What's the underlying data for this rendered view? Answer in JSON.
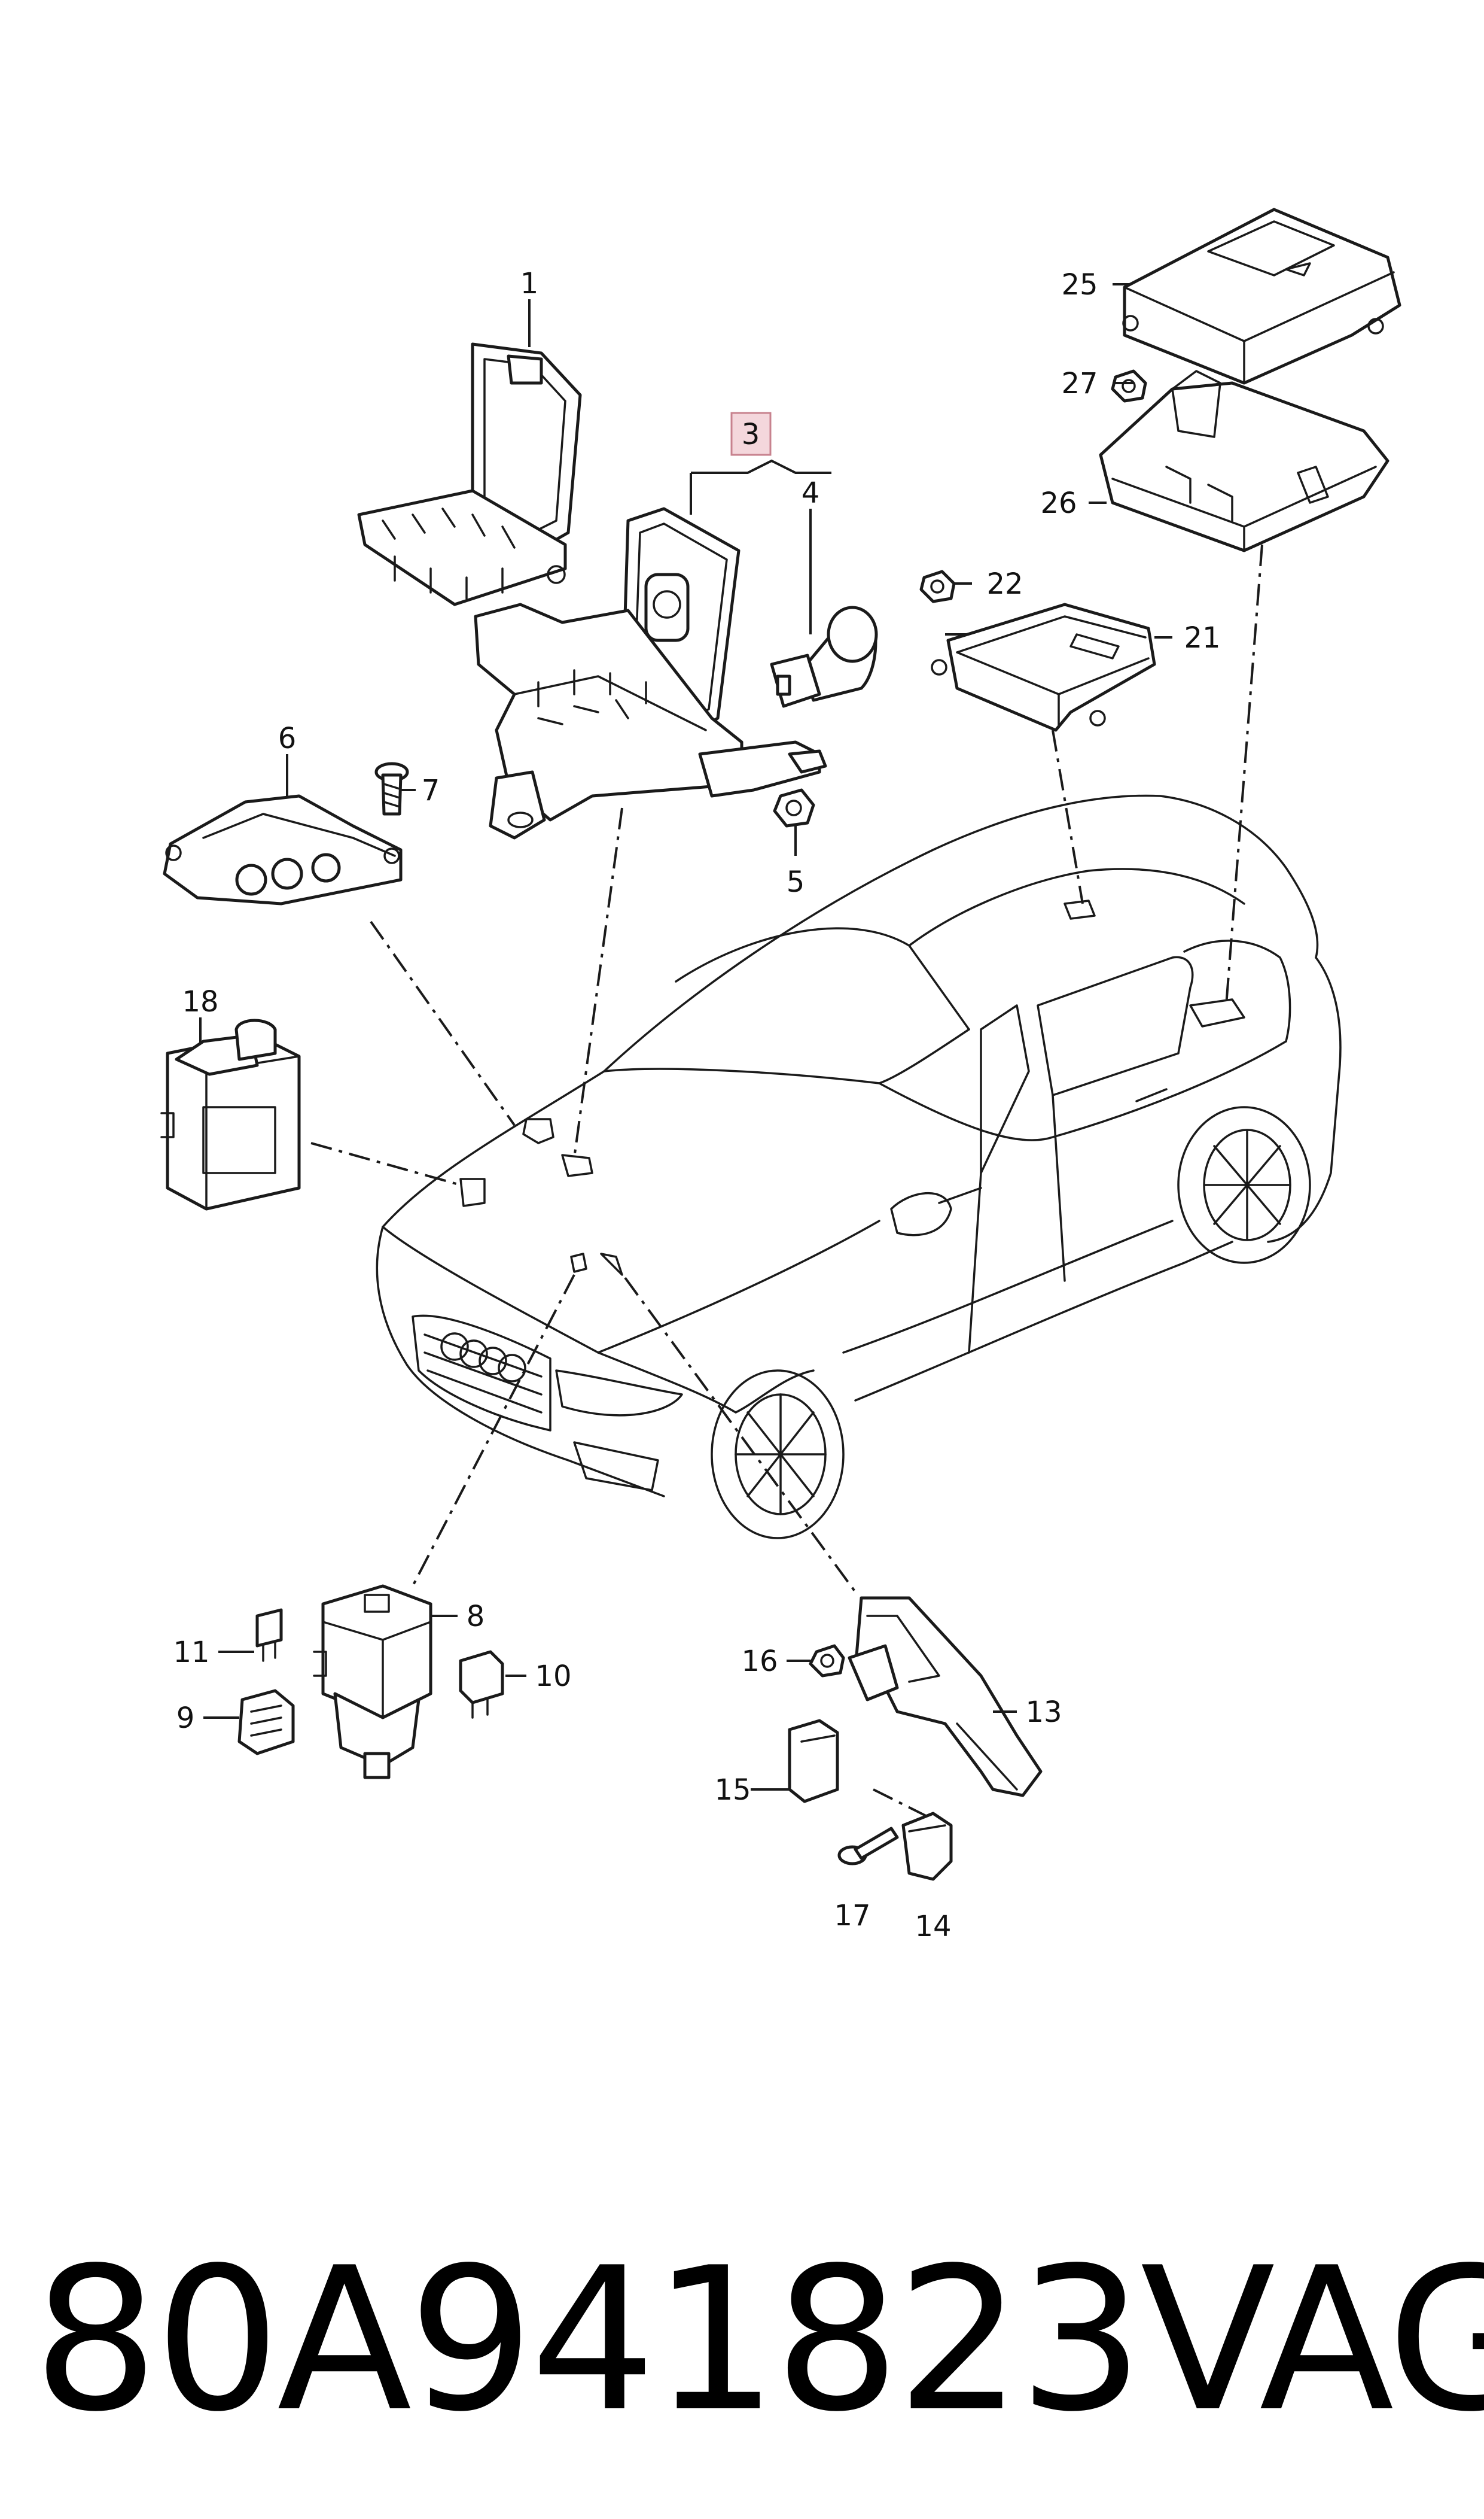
{
  "diagram": {
    "highlight_color": "#f4d7dc",
    "callouts": [
      {
        "id": "1",
        "label": "1"
      },
      {
        "id": "3",
        "label": "3",
        "highlighted": true
      },
      {
        "id": "4",
        "label": "4"
      },
      {
        "id": "5",
        "label": "5"
      },
      {
        "id": "6",
        "label": "6"
      },
      {
        "id": "7",
        "label": "7"
      },
      {
        "id": "8",
        "label": "8"
      },
      {
        "id": "9",
        "label": "9"
      },
      {
        "id": "10",
        "label": "10"
      },
      {
        "id": "11",
        "label": "11"
      },
      {
        "id": "13",
        "label": "13"
      },
      {
        "id": "14",
        "label": "14"
      },
      {
        "id": "15",
        "label": "15"
      },
      {
        "id": "16",
        "label": "16"
      },
      {
        "id": "17",
        "label": "17"
      },
      {
        "id": "18",
        "label": "18"
      },
      {
        "id": "21",
        "label": "21"
      },
      {
        "id": "22",
        "label": "22"
      },
      {
        "id": "25",
        "label": "25"
      },
      {
        "id": "26",
        "label": "26"
      },
      {
        "id": "27",
        "label": "27"
      }
    ]
  },
  "caption": {
    "part_number": "80A941823",
    "brand": "VAG"
  }
}
